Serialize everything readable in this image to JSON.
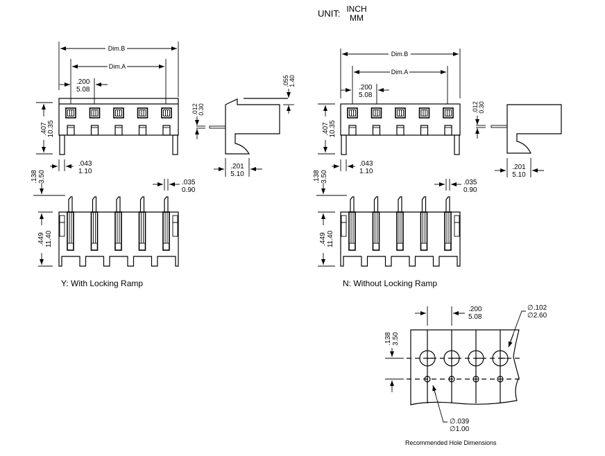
{
  "unit": {
    "label": "UNIT:",
    "primary": "INCH",
    "secondary": "MM"
  },
  "views": [
    {
      "id": "with-ramp",
      "caption": "Y: With Locking Ramp",
      "dim_b": "Dim.B",
      "dim_a": "Dim.A",
      "pitch": {
        "inch": ".200",
        "mm": "5.08"
      },
      "height": {
        "inch": ".407",
        "mm": "10.35"
      },
      "pin_width": {
        "inch": ".043",
        "mm": "1.10"
      },
      "pin_tail": {
        "inch": ".138",
        "mm": "3.50"
      },
      "pin_thickness": {
        "inch": ".035",
        "mm": "0.90"
      },
      "body_depth": {
        "inch": ".449",
        "mm": "11.40"
      },
      "side_pin": {
        "inch": ".012",
        "mm": "0.30"
      },
      "side_ramp": {
        "inch": ".055",
        "mm": "1.40"
      },
      "side_width": {
        "inch": ".201",
        "mm": "5.10"
      },
      "positions": 5
    },
    {
      "id": "without-ramp",
      "caption": "N: Without Locking  Ramp",
      "dim_b": "Dim.B",
      "dim_a": "Dim.A",
      "pitch": {
        "inch": ".200",
        "mm": "5.08"
      },
      "height": {
        "inch": ".407",
        "mm": "10.35"
      },
      "pin_width": {
        "inch": ".043",
        "mm": "1.10"
      },
      "pin_tail": {
        "inch": ".138",
        "mm": "3.50"
      },
      "pin_thickness": {
        "inch": ".035",
        "mm": "0.90"
      },
      "body_depth": {
        "inch": ".449",
        "mm": "11.40"
      },
      "side_pin": {
        "inch": ".012",
        "mm": "0.30"
      },
      "side_width": {
        "inch": ".201",
        "mm": "5.10"
      },
      "positions": 5
    }
  ],
  "holes": {
    "caption": "Recommended Hole Dimensions",
    "pitch": {
      "inch": ".200",
      "mm": "5.08"
    },
    "row_spacing": {
      "inch": ".138",
      "mm": "3.50"
    },
    "large_hole": {
      "inch": "∅.102",
      "mm": "∅2.60"
    },
    "small_hole": {
      "inch": "∅.039",
      "mm": "∅1.00"
    },
    "count": 4
  }
}
